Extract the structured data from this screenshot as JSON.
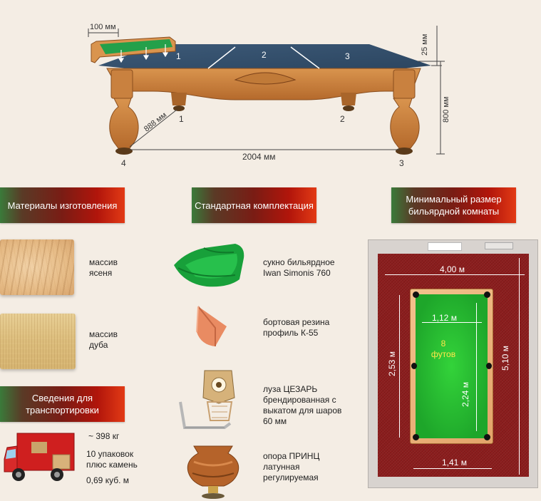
{
  "table_diagram": {
    "rail_width": "100 мм",
    "rail_height": "25 мм",
    "height": "800 мм",
    "length": "2004 мм",
    "diagonal": "888 мм",
    "slate_parts": [
      "1",
      "2",
      "3"
    ],
    "legs": [
      "1",
      "2",
      "3",
      "4"
    ]
  },
  "sections": {
    "materials": {
      "title": "Материалы изготовления",
      "items": [
        {
          "label": "массив ясеня"
        },
        {
          "label": "массив дуба"
        }
      ]
    },
    "standard": {
      "title": "Стандартная комплектация",
      "items": [
        {
          "label": "сукно бильярдное Iwan Simonis 760"
        },
        {
          "label": "бортовая резина профиль К-55"
        },
        {
          "label": "луза ЦЕЗАРЬ брендированная с выкатом для шаров 60 мм"
        },
        {
          "label": "опора ПРИНЦ латунная регулируемая"
        }
      ]
    },
    "room": {
      "title": "Минимальный размер бильярдной комнаты",
      "room_width": "4,00 м",
      "room_length": "5,10 м",
      "table_outer_length": "2,53 м",
      "play_width": "1,12 м",
      "play_length": "2,24 м",
      "table_outer_width": "1,41 м",
      "size_number": "8",
      "size_unit": "футов"
    },
    "transport": {
      "title": "Сведения для транспортировки",
      "weight": "~ 398 кг",
      "packages": "10 упаковок плюс камень",
      "volume": "0,69 куб. м"
    }
  }
}
